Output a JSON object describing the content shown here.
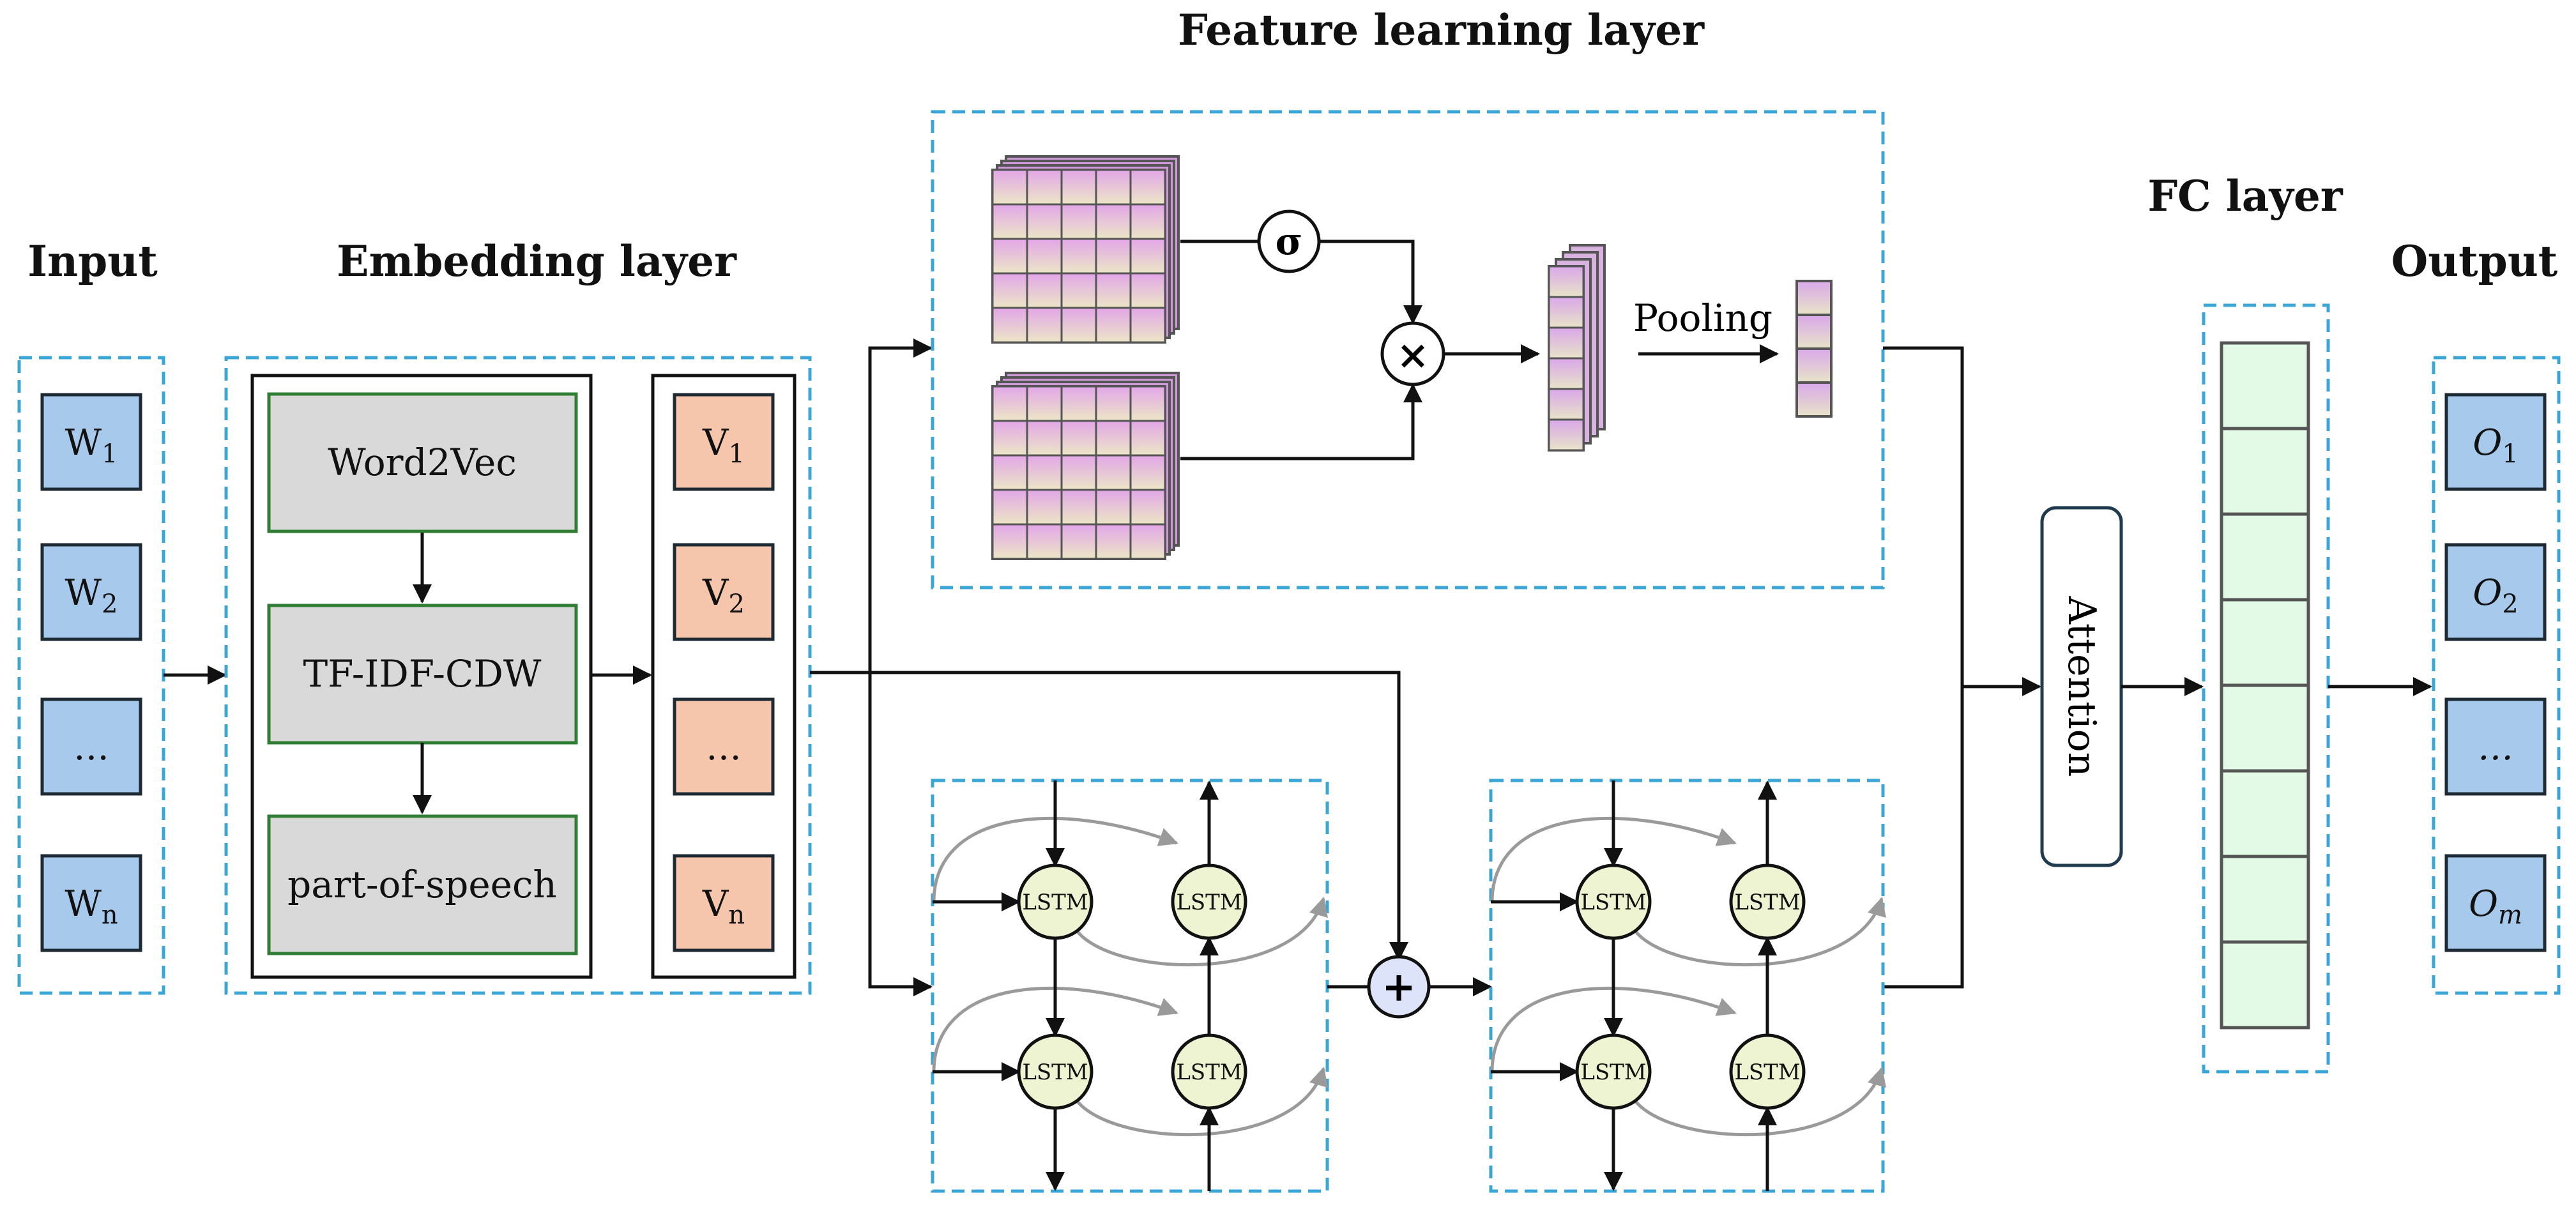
{
  "titles": {
    "input": "Input",
    "embedding": "Embedding layer",
    "feature": "Feature learning layer",
    "fc": "FC layer",
    "output": "Output"
  },
  "input_tokens": [
    {
      "base": "W",
      "sub": "1"
    },
    {
      "base": "W",
      "sub": "2"
    },
    {
      "base": "…",
      "sub": ""
    },
    {
      "base": "W",
      "sub": "n"
    }
  ],
  "embedding_steps": [
    "Word2Vec",
    "TF-IDF-CDW",
    "part-of-speech"
  ],
  "vector_tokens": [
    {
      "base": "V",
      "sub": "1"
    },
    {
      "base": "V",
      "sub": "2"
    },
    {
      "base": "…",
      "sub": ""
    },
    {
      "base": "V",
      "sub": "n"
    }
  ],
  "cnn": {
    "gate_symbol": "σ",
    "multiply_symbol": "×",
    "pooling_label": "Pooling"
  },
  "lstm": {
    "cell_label": "LSTM",
    "add_symbol": "+"
  },
  "attention_label": "Attention",
  "output_tokens": [
    {
      "base": "O",
      "sub": "1"
    },
    {
      "base": "O",
      "sub": "2"
    },
    {
      "base": "…",
      "sub": ""
    },
    {
      "base": "O",
      "sub": "m"
    }
  ],
  "colors": {
    "dashed_border": "#3aa6d8",
    "input_box": "#a7c9eb",
    "vector_box": "#f6c6ac",
    "embedding_box": "#d9d9d9",
    "embedding_border": "#2e7d32",
    "lstm_cell": "#eef3d2",
    "fc_cell": "#e3fbe6",
    "add_node": "#dde3f8",
    "grid_pink": "#e2a6e8",
    "grid_yellow": "#ece6c6"
  }
}
